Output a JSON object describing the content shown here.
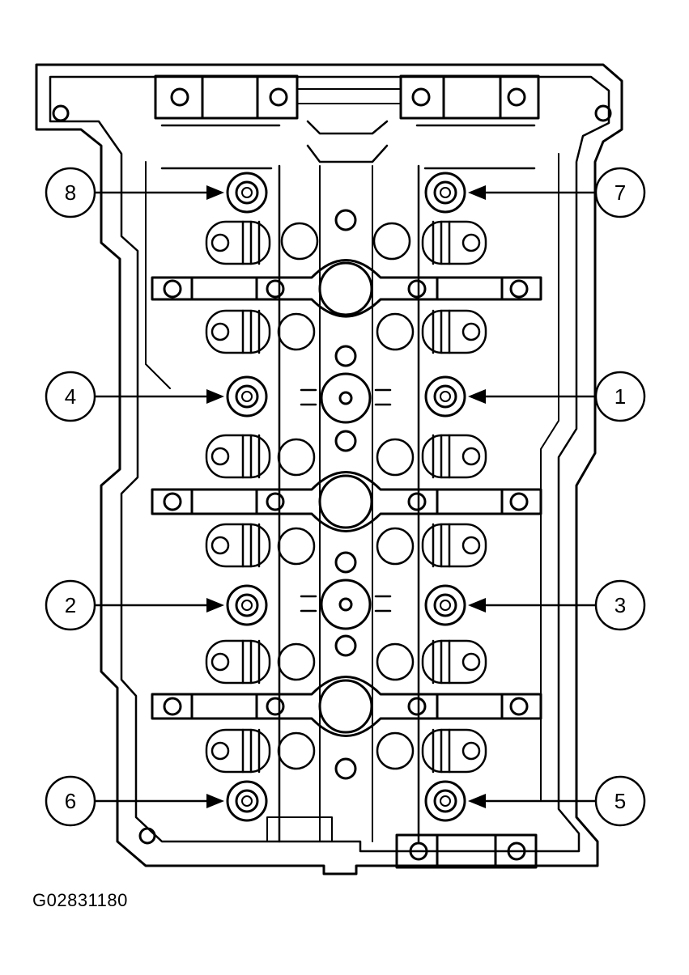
{
  "figure_code": "G02831180",
  "callouts": [
    {
      "label": "8",
      "side": "left"
    },
    {
      "label": "7",
      "side": "right"
    },
    {
      "label": "4",
      "side": "left"
    },
    {
      "label": "1",
      "side": "right"
    },
    {
      "label": "2",
      "side": "left"
    },
    {
      "label": "3",
      "side": "right"
    },
    {
      "label": "6",
      "side": "left"
    },
    {
      "label": "5",
      "side": "right"
    }
  ]
}
